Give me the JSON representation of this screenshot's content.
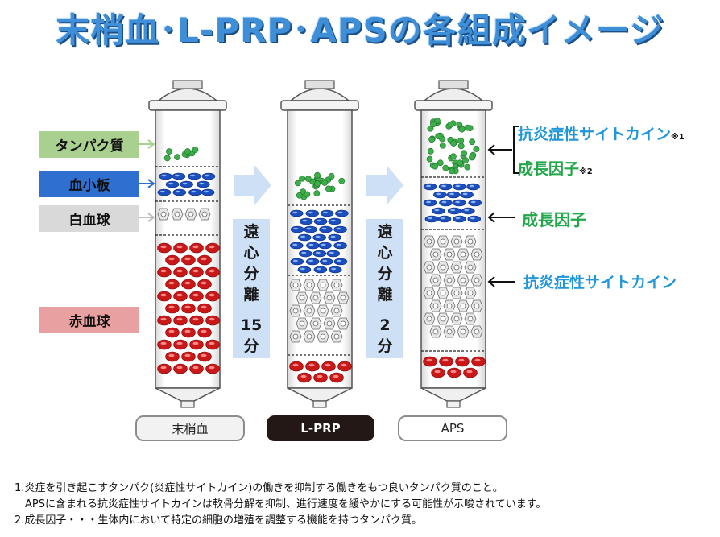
{
  "title": "末梢血･L-PRP･APSの各組成イメージ",
  "left_labels": {
    "protein": "タンパク質",
    "platelet": "血小板",
    "wbc": "白血球",
    "rbc": "赤血球"
  },
  "process_1": {
    "chars": [
      "遠",
      "心",
      "分",
      "離"
    ],
    "time": [
      "15",
      "分"
    ]
  },
  "process_2": {
    "chars": [
      "遠",
      "心",
      "分",
      "離"
    ],
    "time": [
      "2",
      "分"
    ]
  },
  "captions": [
    "末梢血",
    "L-PRP",
    "APS"
  ],
  "right_labels": {
    "anti_inflammatory_cytokine": "抗炎症性サイトカイン",
    "note1_mark": "※1",
    "growth_factor": "成長因子",
    "note2_mark": "※2",
    "growth_factor_2": "成長因子",
    "anti_inflammatory_cytokine_2": "抗炎症性サイトカイン"
  },
  "colors": {
    "title": "#3f8fd8",
    "protein_box": "#a9d08e",
    "platelet_box": "#2f6fd0",
    "wbc_box": "#d9d9d9",
    "rbc_box": "#e8a0a0",
    "cytokine_text": "#2196d9",
    "growth_text": "#22a84a",
    "green_dot": "#3cae4a",
    "blue_platelet": "#1b4fbf",
    "red_cell": "#c81818"
  },
  "notes": {
    "line1": "1.炎症を引き起こすタンパク(炎症性サイトカイン)の働きを抑制する働きをもつ良いタンパク質のこと。",
    "line2": "APSに含まれる抗炎症性サイトカインは軟骨分解を抑制、進行速度を緩やかにする可能性が示唆されています。",
    "line3": "2.成長因子・・・生体内において特定の細胞の増殖を調整する機能を持つタンパク質。"
  }
}
